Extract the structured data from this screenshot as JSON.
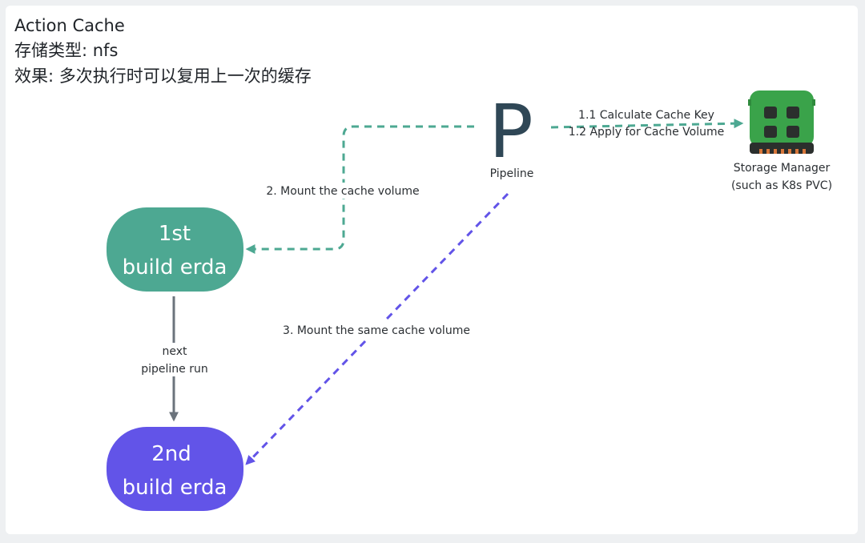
{
  "header": {
    "title": "Action Cache",
    "storage_type": "存储类型: nfs",
    "effect": "效果: 多次执行时可以复用上一次的缓存"
  },
  "nodes": {
    "pipeline": {
      "icon_letter": "P",
      "label": "Pipeline"
    },
    "storage_manager": {
      "line1": "Storage Manager",
      "line2": "(such as K8s PVC)"
    },
    "first_build": {
      "line1": "1st",
      "line2": "build erda"
    },
    "second_build": {
      "line1": "2nd",
      "line2": "build erda"
    }
  },
  "edges": {
    "calculate_key": "1.1 Calculate Cache Key",
    "apply_volume": "1.2 Apply for Cache Volume",
    "mount_cache": "2. Mount the cache volume",
    "mount_same_cache": "3. Mount the same cache volume",
    "next_run_line1": "next",
    "next_run_line2": "pipeline run"
  },
  "colors": {
    "teal": "#4da892",
    "purple": "#6254e8",
    "gray_arrow": "#6b737c",
    "pipeline_icon": "#2f4756",
    "storage_green": "#3aa34a",
    "storage_dark": "#2b2f2d",
    "storage_pins": "#d6763a"
  }
}
